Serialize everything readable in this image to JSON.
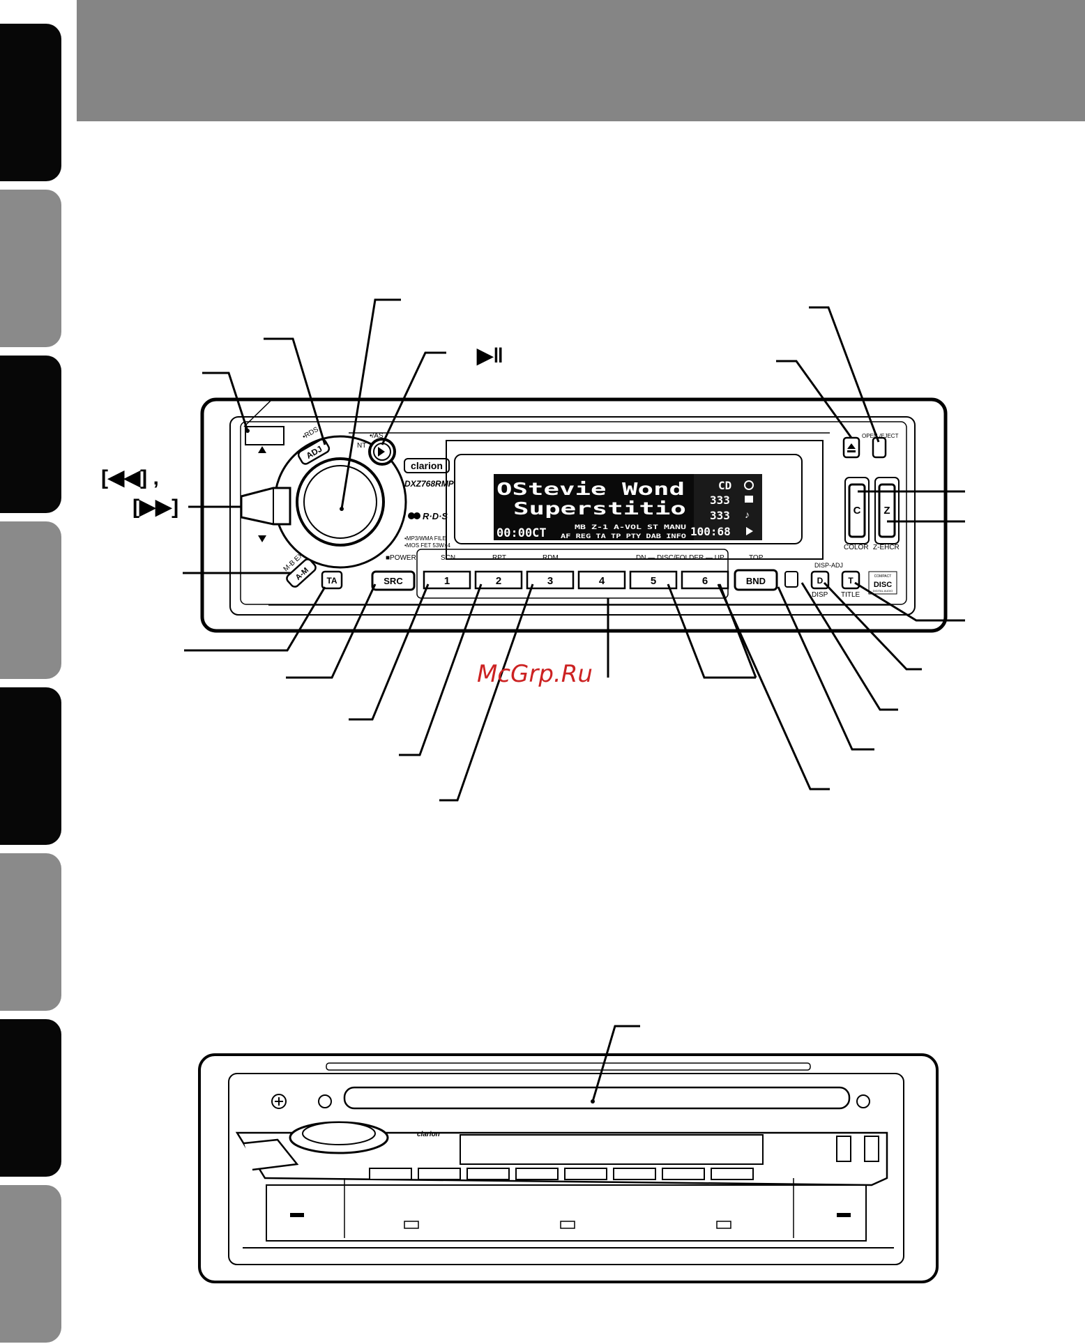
{
  "page": {
    "side_tabs": [
      "dark",
      "gray",
      "dark",
      "gray",
      "dark",
      "gray",
      "dark",
      "gray"
    ]
  },
  "labels": {
    "play_pause": "▶‖",
    "skip_back": "[◀◀] ,",
    "skip_fwd": "[▶▶]"
  },
  "unit": {
    "brand": "clarion",
    "model": "DXZ768RMP",
    "rds_logo": "R·D·S",
    "feature1": "•MP3/WMA FILE",
    "feature2": "•MOS FET 53W×4",
    "power_label": "■POWER",
    "rds_small": "•RDS",
    "adj_button": "ADJ",
    "as_label": "•/AS",
    "nt_label": "NT",
    "mbex_label": "M-B EX",
    "am_button": "A-M",
    "ta_button": "TA",
    "src_button": "SRC",
    "bnd_button": "BND",
    "top_label": "TOP",
    "scn_label": "SCN",
    "rpt_label": "RPT",
    "rdm_label": "RDM",
    "disc_folder_label": "DN — DISC/FOLDER — UP",
    "presets": [
      "1",
      "2",
      "3",
      "4",
      "5",
      "6"
    ],
    "d_button": "D",
    "disp_label": "DISP",
    "disp_adj_label": "DISP-ADJ",
    "t_button": "T",
    "title_label": "TITLE",
    "c_button": "C",
    "color_label": "COLOR",
    "z_button": "Z",
    "zehcr_label": "Z-EHCR",
    "open_eject_label": "OPEN /EJECT",
    "cd_logo_top": "COMPACT",
    "cd_logo_mid": "DISC",
    "cd_logo_bottom": "DIGITAL AUDIO",
    "mini_brand": "clarion"
  },
  "display": {
    "line1": "OStevie Wond",
    "line2": "Superstitio",
    "time": "00:00CT",
    "row3a": "MB Z-1 A-VOL ST   MANU",
    "row3b": "AF REG TA TP PTY DAB INFO",
    "right1": "CD",
    "right2": "333",
    "right3": "333",
    "right4": "100:68"
  },
  "watermark": "McGrp.Ru"
}
